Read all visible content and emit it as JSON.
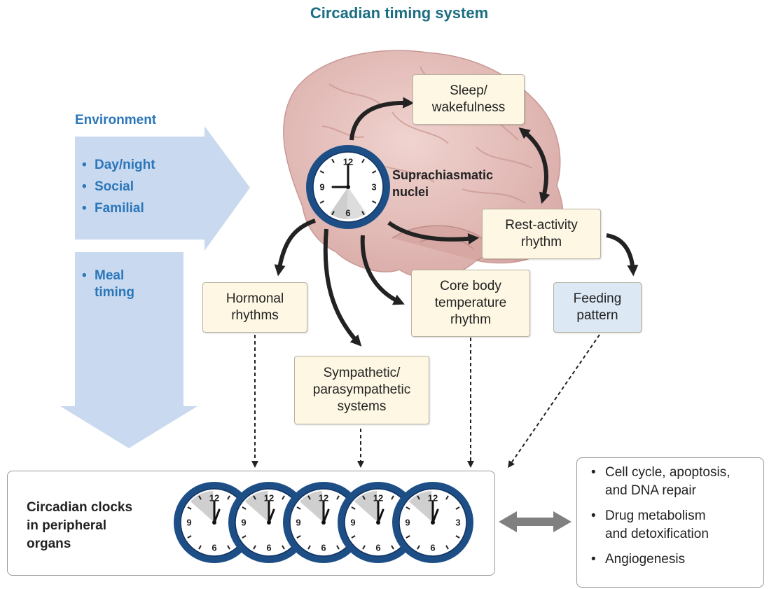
{
  "title": "Circadian timing system",
  "environment": {
    "heading": "Environment",
    "cues": [
      "Day/night",
      "Social",
      "Familial"
    ],
    "meal_cue": "Meal\ntiming"
  },
  "master_clock": {
    "label": "Suprachiasmatic\nnuclei",
    "numerals": [
      "12",
      "3",
      "6",
      "9"
    ]
  },
  "outputs": {
    "sleep": "Sleep/\nwakefulness",
    "rest_activity": "Rest-activity\nrhythm",
    "hormonal": "Hormonal\nrhythms",
    "core_body_temp": "Core body\ntemperature\nrhythm",
    "feeding": "Feeding\npattern",
    "autonomic": "Sympathetic/\nparasympathetic\nsystems"
  },
  "peripheral": {
    "label": "Circadian clocks\nin peripheral\norgans",
    "clock_count": 5,
    "numerals": [
      "12",
      "3",
      "6",
      "9"
    ]
  },
  "outcomes": [
    "Cell cycle, apoptosis,\nand DNA repair",
    "Drug metabolism\nand detoxification",
    "Angiogenesis"
  ],
  "colors": {
    "title": "#1c6f82",
    "environment_text": "#2b76b9",
    "environment_arrow": "#c9daf0",
    "brain": "#e8c6c3",
    "box_fill": "#fdf7e3",
    "feeding_fill": "#dde8f5",
    "clock_ring": "#1d4f86",
    "double_arrow": "#808080"
  }
}
